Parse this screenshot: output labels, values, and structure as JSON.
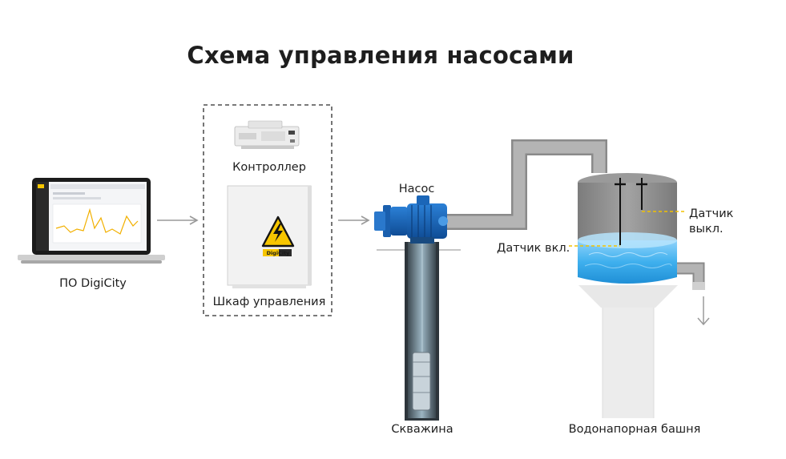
{
  "title": "Схема управления насосами",
  "labels": {
    "software": "ПО DigiCity",
    "controller": "Контроллер",
    "cabinet": "Шкаф управления",
    "pump": "Насос",
    "well": "Скважина",
    "tower": "Водонапорная башня",
    "sensor_on": "Датчик вкл.",
    "sensor_off_line1": "Датчик",
    "sensor_off_line2": "выкл.",
    "cabinet_brand": "DigiCity"
  },
  "colors": {
    "arrow": "#9a9a9a",
    "pipe": "#a9a9a9",
    "water": "#3fb0ee",
    "tank": "#8e8e8e",
    "sensor_leader": "#f2c200",
    "warning_yellow": "#f7c600"
  }
}
